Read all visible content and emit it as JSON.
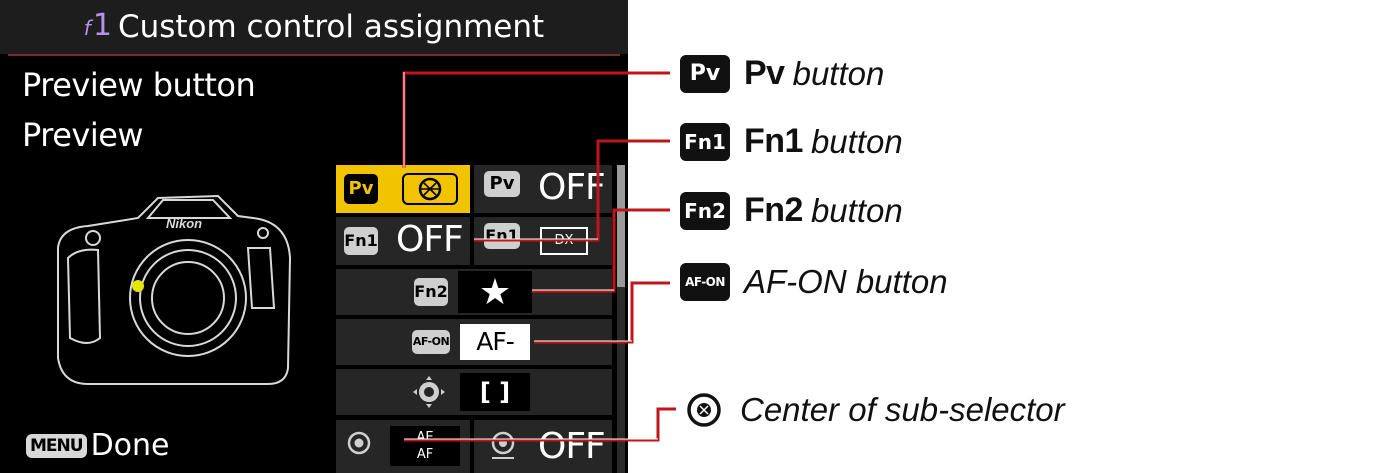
{
  "screen": {
    "title_code": "1",
    "title_prefix": "f",
    "title": "Custom control assignment",
    "selected_control": "Preview button",
    "selected_setting": "Preview",
    "menu_key": "MENU",
    "done_label": "Done",
    "camera_brand": "Nikon"
  },
  "grid": {
    "row1": {
      "key": "Pv",
      "off": "OFF"
    },
    "row2": {
      "key": "Fn1",
      "off": "OFF",
      "key2": "Fn1",
      "dx": "DX"
    },
    "row3": {
      "key": "Fn2",
      "star": "★"
    },
    "row4": {
      "key": "AF-ON",
      "value": "AF-ON"
    },
    "row5": {
      "bracket": "[ ]"
    },
    "row6": {
      "ae": "AE",
      "af": "AF",
      "off": "OFF"
    }
  },
  "callouts": [
    {
      "key": "Pv",
      "bold": "Pv",
      "italic": "button"
    },
    {
      "key": "Fn1",
      "bold": "Fn1",
      "italic": "button"
    },
    {
      "key": "Fn2",
      "bold": "Fn2",
      "italic": "button"
    },
    {
      "key": "AF-ON",
      "bold": "",
      "italic": "AF-ON button"
    },
    {
      "key": "sub-selector-center-icon",
      "bold": "",
      "italic": "Center of sub-selector"
    }
  ],
  "colors": {
    "highlight": "#f2c300",
    "leader_line": "#c0161b",
    "title_code": "#b890f0"
  }
}
